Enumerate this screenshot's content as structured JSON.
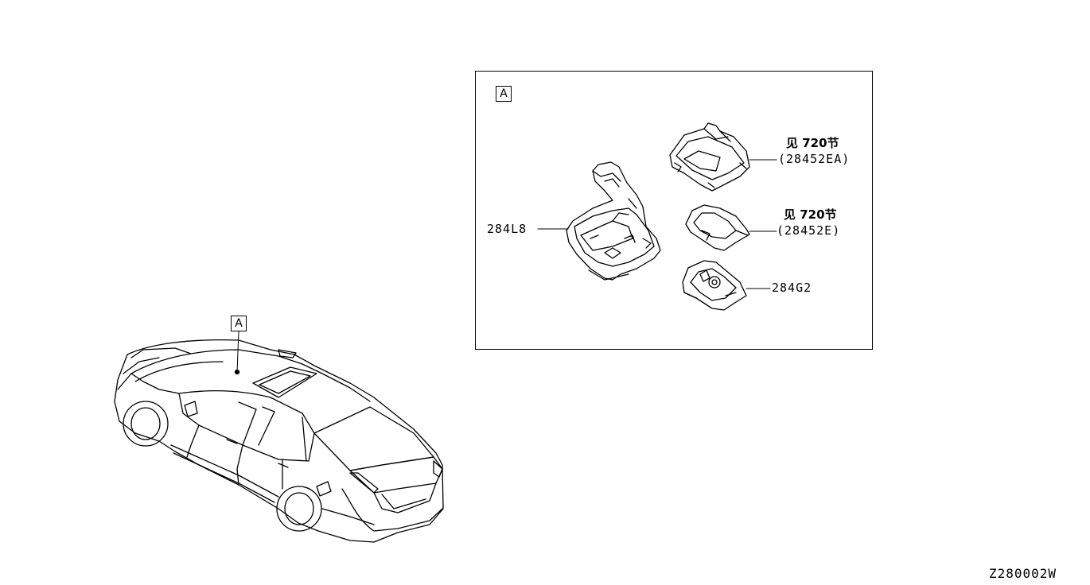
{
  "diagram": {
    "car_callout": "A",
    "detail_callout": "A",
    "parts": [
      {
        "id": "284L8",
        "label": "284L8"
      },
      {
        "id": "28452EA",
        "see": "见 720节",
        "label": "(28452EA)"
      },
      {
        "id": "28452E",
        "see": "见 720节",
        "label": "(28452E)"
      },
      {
        "id": "284G2",
        "label": "284G2"
      }
    ],
    "figure_code": "Z280002W"
  }
}
